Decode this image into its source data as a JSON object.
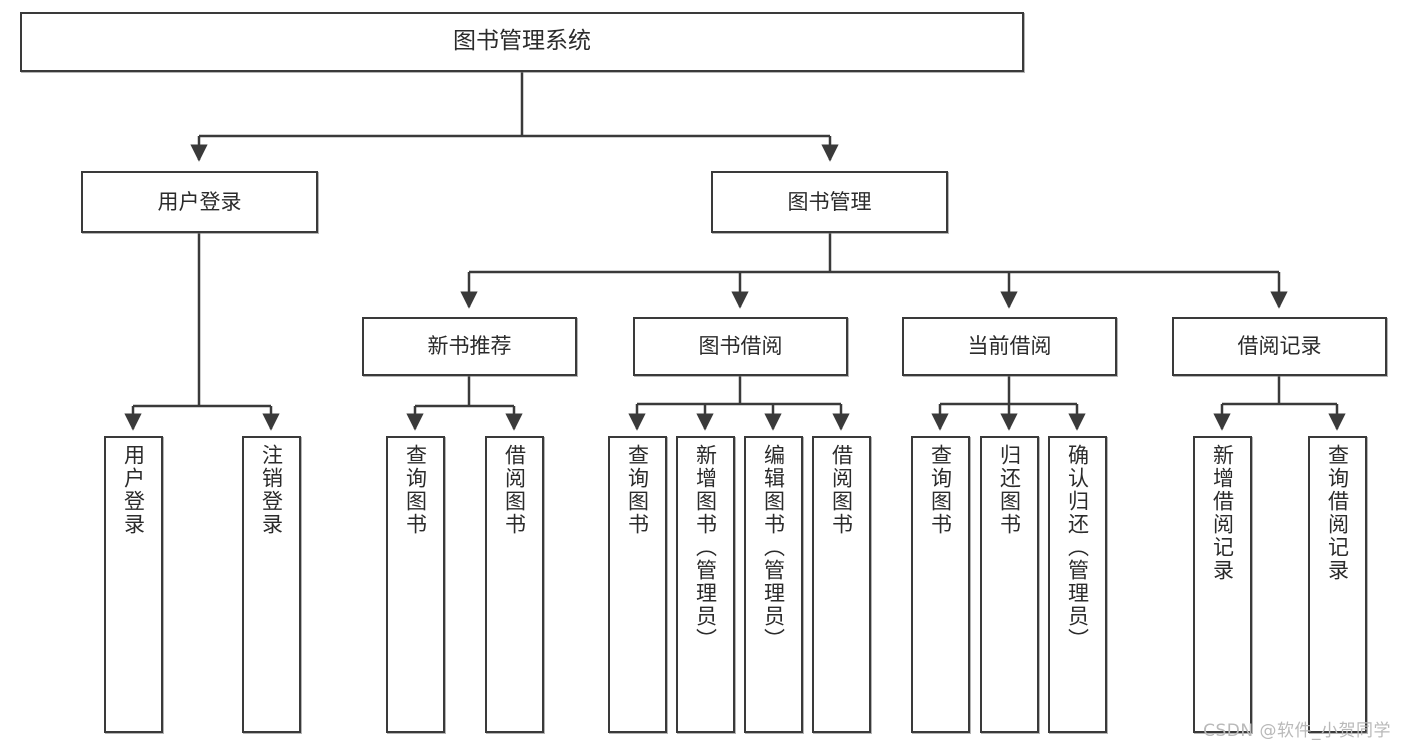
{
  "meta": {
    "diagram_title": "图书管理系统",
    "watermark": "CSDN @软件_小贺同学",
    "colors": {
      "box_border": "#3a3a3a",
      "box_fill": "#ffffff",
      "line": "#3a3a3a",
      "text": "#2b2b2b",
      "watermark": "#b9b9b9",
      "canvas": "#ffffff"
    }
  },
  "chart_data": {
    "type": "diagram",
    "subtype": "tree",
    "title": "图书管理系统",
    "orientation": "top-down",
    "root": {
      "label": "图书管理系统",
      "children": [
        {
          "label": "用户登录",
          "children": [
            {
              "label": "用户登录"
            },
            {
              "label": "注销登录"
            }
          ]
        },
        {
          "label": "图书管理",
          "children": [
            {
              "label": "新书推荐",
              "children": [
                {
                  "label": "查询图书"
                },
                {
                  "label": "借阅图书"
                }
              ]
            },
            {
              "label": "图书借阅",
              "children": [
                {
                  "label": "查询图书"
                },
                {
                  "label": "新增图书（管理员）"
                },
                {
                  "label": "编辑图书（管理员）"
                },
                {
                  "label": "借阅图书"
                }
              ]
            },
            {
              "label": "当前借阅",
              "children": [
                {
                  "label": "查询图书"
                },
                {
                  "label": "归还图书"
                },
                {
                  "label": "确认归还（管理员）"
                }
              ]
            },
            {
              "label": "借阅记录",
              "children": [
                {
                  "label": "新增借阅记录"
                },
                {
                  "label": "查询借阅记录"
                }
              ]
            }
          ]
        }
      ]
    }
  },
  "nodes": {
    "root": {
      "label": "图书管理系统"
    },
    "level2": {
      "user_login": {
        "label": "用户登录"
      },
      "book_manage": {
        "label": "图书管理"
      }
    },
    "level3": {
      "new_book_rec": {
        "label": "新书推荐"
      },
      "book_borrow": {
        "label": "图书借阅"
      },
      "current_borrow": {
        "label": "当前借阅"
      },
      "borrow_record": {
        "label": "借阅记录"
      }
    },
    "leaves": {
      "user_login_1": {
        "label": "用户登录"
      },
      "user_login_2": {
        "label": "注销登录"
      },
      "new_book_1": {
        "label": "查询图书"
      },
      "new_book_2": {
        "label": "借阅图书"
      },
      "book_borrow_1": {
        "label": "查询图书"
      },
      "book_borrow_2": {
        "label": "新增图书（管理员）"
      },
      "book_borrow_3": {
        "label": "编辑图书（管理员）"
      },
      "book_borrow_4": {
        "label": "借阅图书"
      },
      "current_borrow_1": {
        "label": "查询图书"
      },
      "current_borrow_2": {
        "label": "归还图书"
      },
      "current_borrow_3": {
        "label": "确认归还（管理员）"
      },
      "borrow_record_1": {
        "label": "新增借阅记录"
      },
      "borrow_record_2": {
        "label": "查询借阅记录"
      }
    }
  }
}
